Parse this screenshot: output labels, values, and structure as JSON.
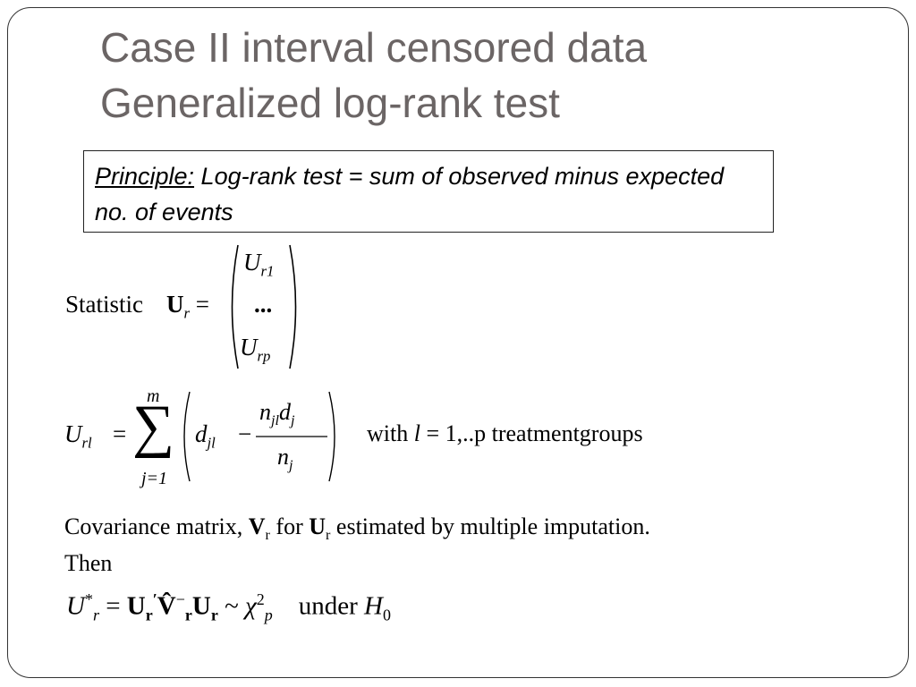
{
  "slide": {
    "title_line1": "Case II interval censored data",
    "title_line2": "Generalized log-rank test",
    "principle_label": "Principle:",
    "principle_text": " Log-rank test = sum of observed minus expected no. of events"
  },
  "statistic": {
    "label": "Statistic",
    "vector_symbol": "U",
    "vector_sub": "r",
    "entry_top": "U",
    "entry_top_sub": "r1",
    "entry_mid": "...",
    "entry_bottom": "U",
    "entry_bottom_sub": "rp"
  },
  "formula_url": {
    "lhs": "U",
    "lhs_sub": "rl",
    "sum_upper": "m",
    "sum_lower": "j=1",
    "term_d": "d",
    "term_d_sub": "jl",
    "num_n": "n",
    "num_n_sub": "jl",
    "num_d": "d",
    "num_d_sub": "j",
    "den_n": "n",
    "den_n_sub": "j",
    "with_text": "with",
    "l_var": "l",
    "with_rest": " = 1,..p treatmentgroups"
  },
  "covariance": {
    "text_a": "Covariance matrix,",
    "v_symbol": "V",
    "v_sub": "r",
    "text_b": "for",
    "u_symbol": "U",
    "u_sub": "r",
    "text_c": "estimated by multiple imputation.",
    "then": "Then"
  },
  "final_formula": {
    "lhs": "U",
    "lhs_sup": "*",
    "lhs_sub": "r",
    "u1": "U",
    "u1_sub": "r",
    "prime": "′",
    "vhat": "V̂",
    "vhat_sup": "−",
    "vhat_sub": "r",
    "u2": "U",
    "u2_sub": "r",
    "tilde": "~",
    "chi": "χ",
    "chi_sup": "2",
    "chi_sub": "p",
    "under": "under",
    "h": "H",
    "h_sub": "0"
  }
}
